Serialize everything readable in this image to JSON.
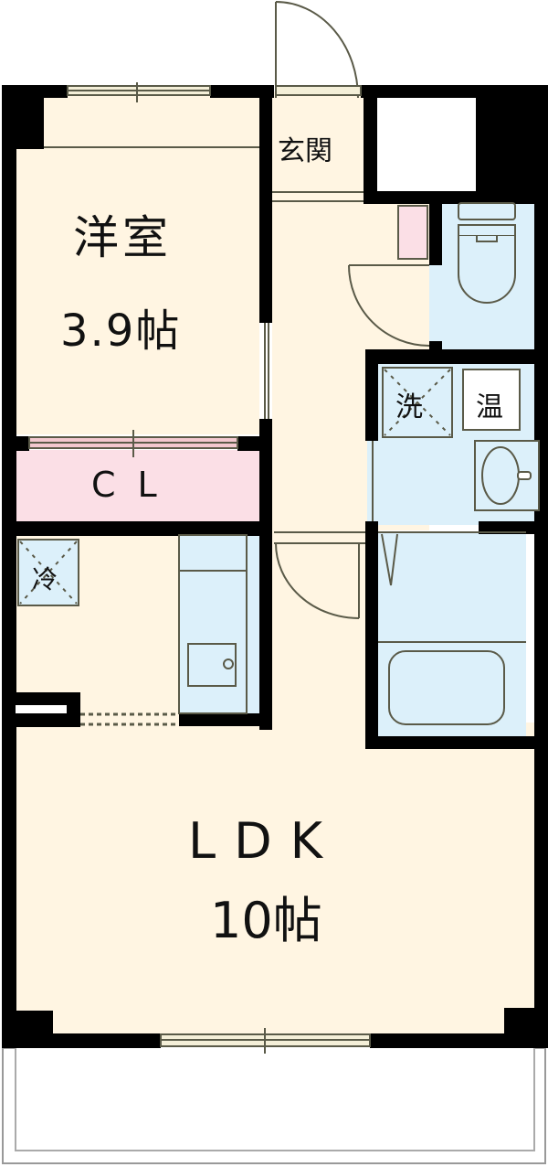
{
  "floor_plan": {
    "rooms": [
      {
        "id": "western_room",
        "name": "洋室",
        "size": "3.9帖"
      },
      {
        "id": "entrance",
        "name": "玄関"
      },
      {
        "id": "closet",
        "name": "CL"
      },
      {
        "id": "ldk",
        "name": "LDK",
        "size": "10帖"
      },
      {
        "id": "toilet",
        "name": "toilet"
      },
      {
        "id": "washroom",
        "name": "washroom"
      },
      {
        "id": "bathroom",
        "name": "bathroom"
      },
      {
        "id": "balcony",
        "name": "balcony"
      }
    ],
    "symbols": {
      "washer": "洗",
      "water_heater": "温",
      "refrigerator": "冷"
    },
    "colors": {
      "wall": "#000000",
      "floor": "#fff5e2",
      "wet_area": "#dcf0fa",
      "closet": "#fbdfe6",
      "line": "#5a5a48"
    }
  }
}
